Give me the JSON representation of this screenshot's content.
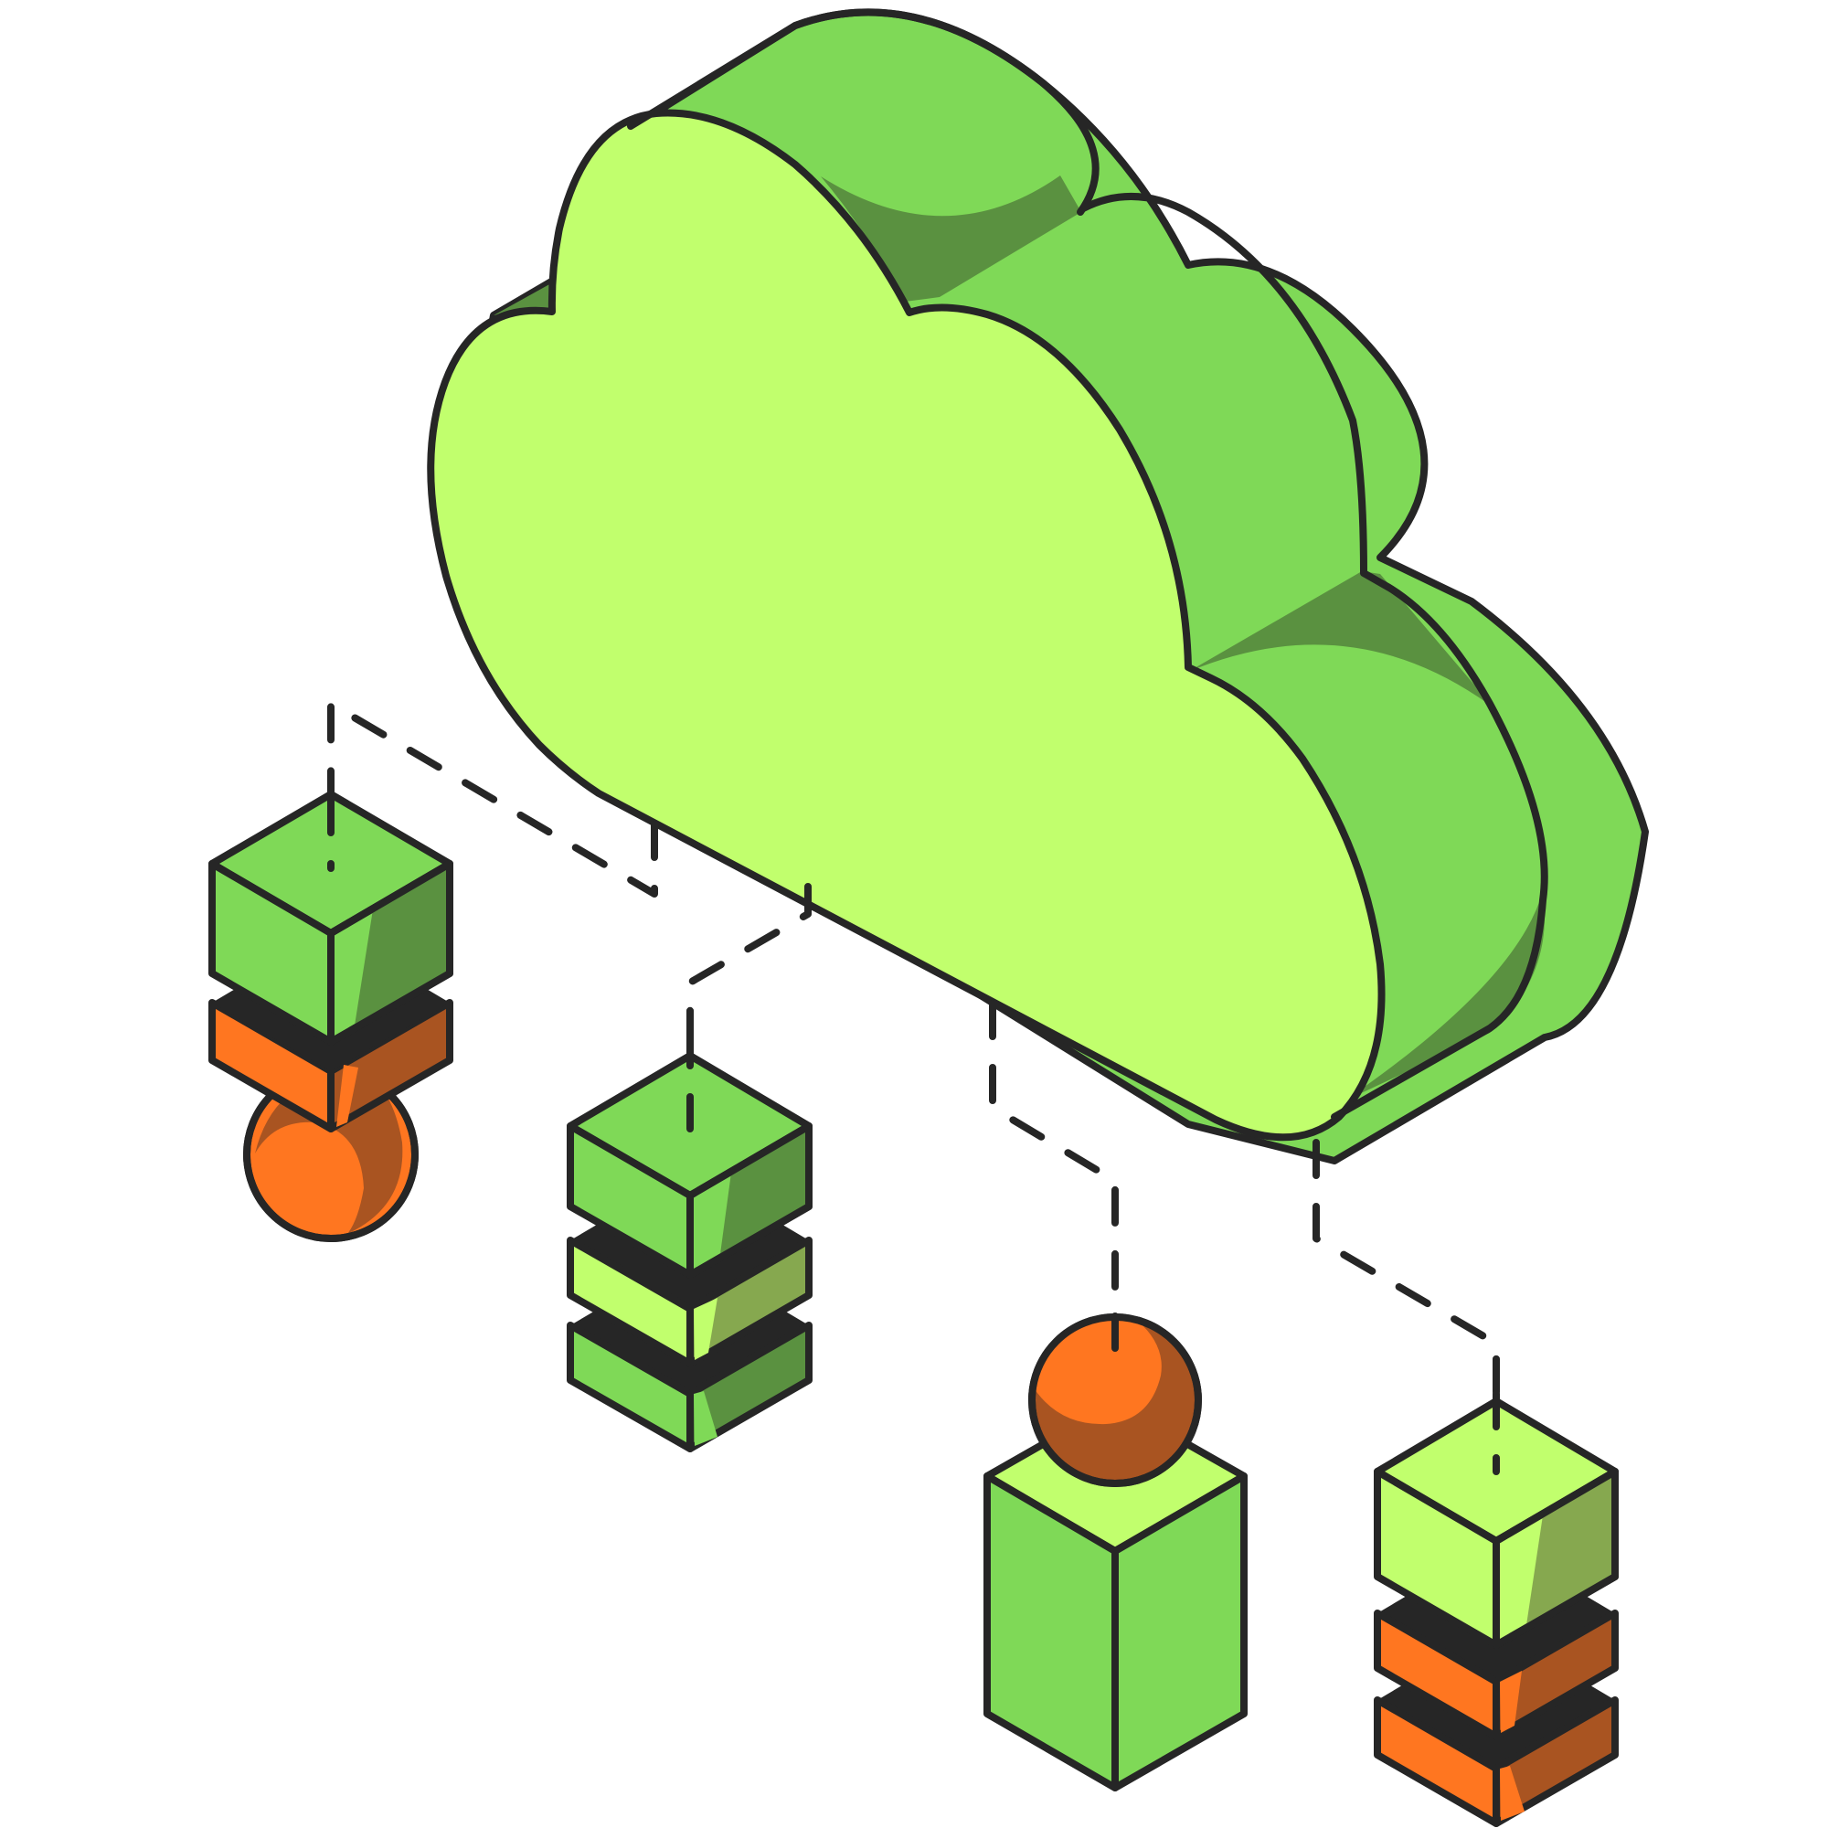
{
  "diagram": {
    "kind": "isometric cloud network illustration",
    "labels": [],
    "colors": {
      "outline": "#262626",
      "green_bright": "#C1FF6D",
      "green_mid": "#7FD957",
      "green_dark": "#5A9140",
      "olive": "#86A84F",
      "orange": "#FF7620",
      "orange_dark": "#A95421",
      "background": "#FFFFFF"
    },
    "nodes": [
      {
        "id": "cloud",
        "icon": "cloud-icon"
      },
      {
        "id": "server-left",
        "icon": "server-stack-icon",
        "layers": [
          "green",
          "orange"
        ],
        "has_ball": true
      },
      {
        "id": "server-center",
        "icon": "server-stack-icon",
        "layers": [
          "green",
          "light-green",
          "green"
        ],
        "has_ball": false
      },
      {
        "id": "tower-ball",
        "icon": "pedestal-ball-icon",
        "has_ball": true
      },
      {
        "id": "server-right",
        "icon": "server-stack-icon",
        "layers": [
          "light-green",
          "orange",
          "orange"
        ],
        "has_ball": false
      }
    ],
    "connections": [
      {
        "from": "cloud",
        "to": "server-left",
        "style": "dashed"
      },
      {
        "from": "cloud",
        "to": "server-center",
        "style": "dashed"
      },
      {
        "from": "cloud",
        "to": "tower-ball",
        "style": "dashed"
      },
      {
        "from": "cloud",
        "to": "server-right",
        "style": "dashed"
      }
    ]
  }
}
